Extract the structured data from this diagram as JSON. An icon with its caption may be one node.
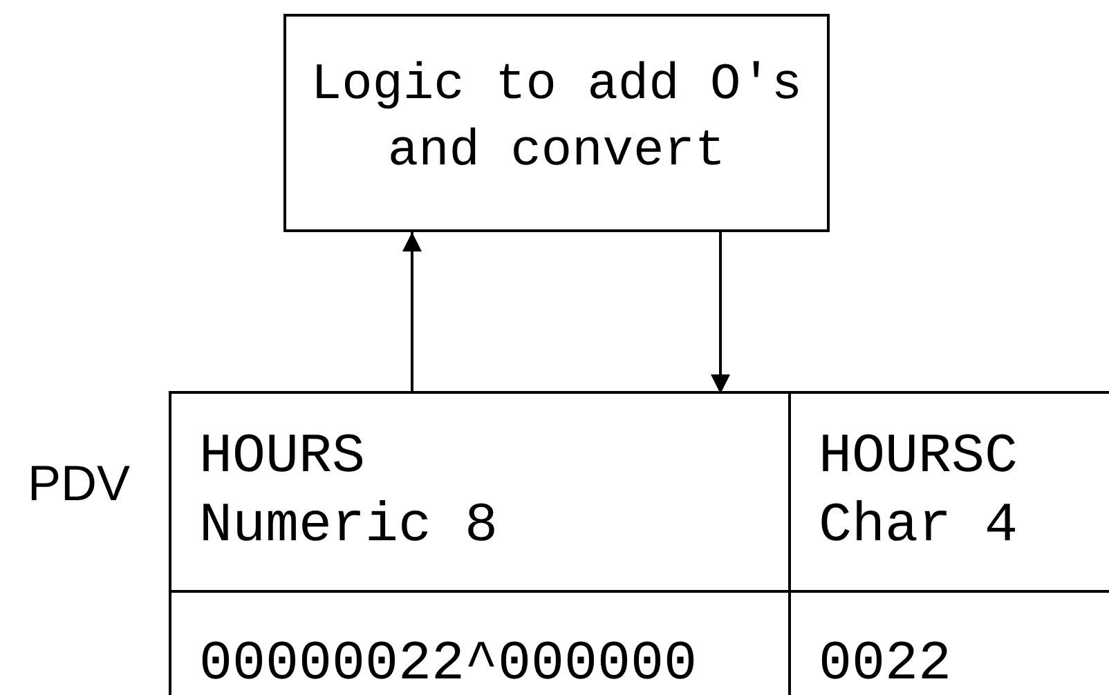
{
  "diagram": {
    "nodes": [
      {
        "text": [
          "Logic to add O's and convert"
        ]
      },
      {
        "text": [],
        "shape": "box",
        "beside": [
          "PDV"
        ]
      },
      {
        "text": [
          "HOURS",
          "Numeric 8"
        ],
        "in": 1
      },
      {
        "text": [
          "HOURSC",
          "Char 4"
        ],
        "in": 1
      },
      {
        "text": [
          "00000022^000000"
        ],
        "in": 1
      },
      {
        "text": [
          "0022"
        ],
        "in": 1
      }
    ],
    "edges": [
      {
        "from": 2,
        "to": 0,
        "arrow": "to"
      },
      {
        "from": 0,
        "to": 1,
        "arrow": "to"
      }
    ]
  }
}
